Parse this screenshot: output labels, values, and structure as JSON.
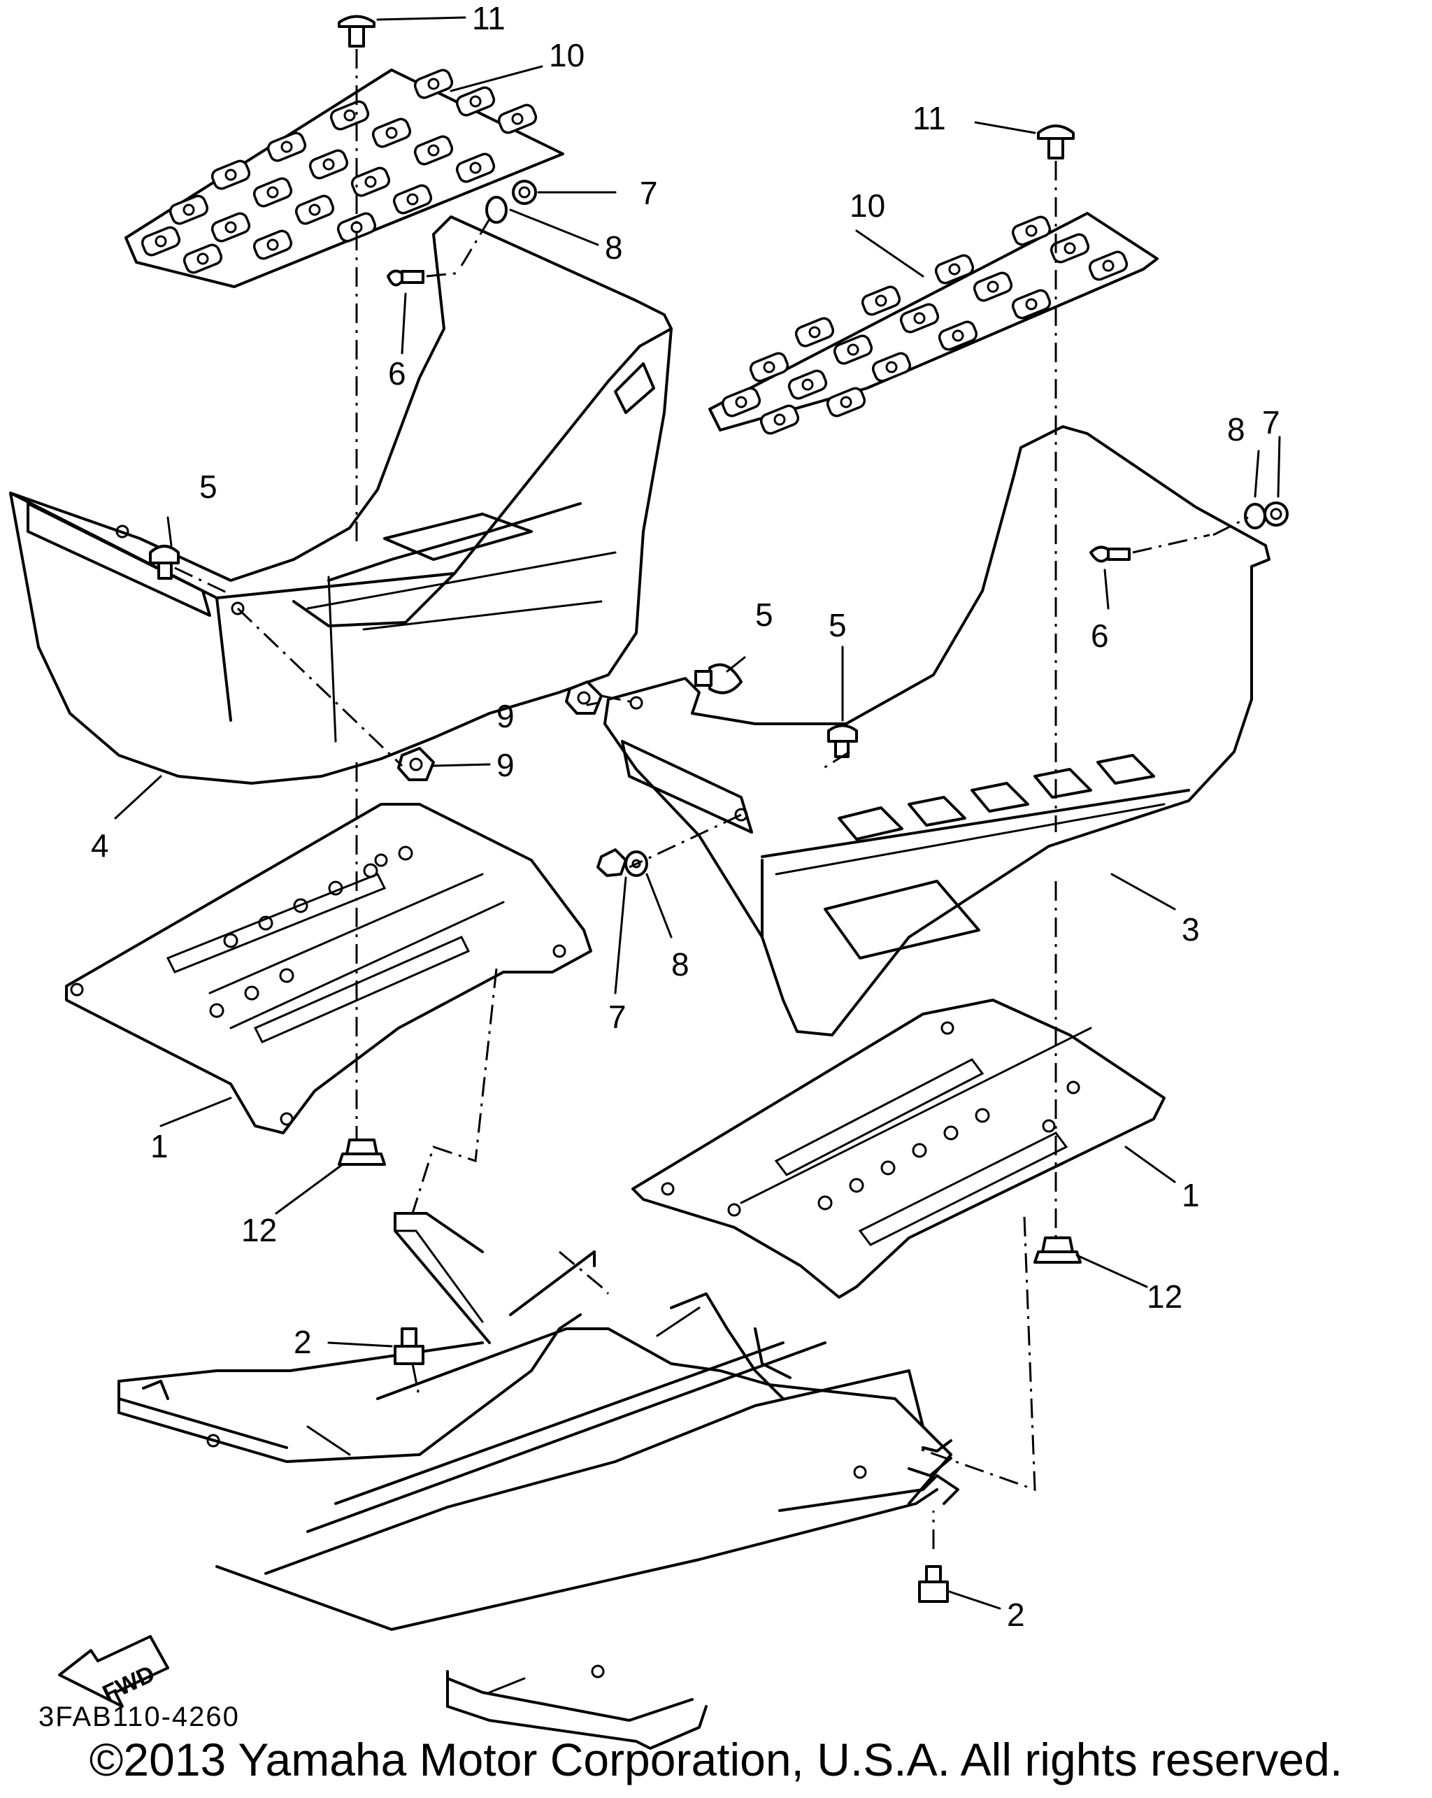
{
  "labels": {
    "n1": "1",
    "n2": "2",
    "n3": "3",
    "n4": "4",
    "n5": "5",
    "n6": "6",
    "n7": "7",
    "n8": "8",
    "n9": "9",
    "n10": "10",
    "n11": "11",
    "n12": "12"
  },
  "fwd_label": "FWD",
  "diagram_code": "3FAB110-4260",
  "copyright": "©2013 Yamaha Motor Corporation, U.S.A. All rights reserved."
}
